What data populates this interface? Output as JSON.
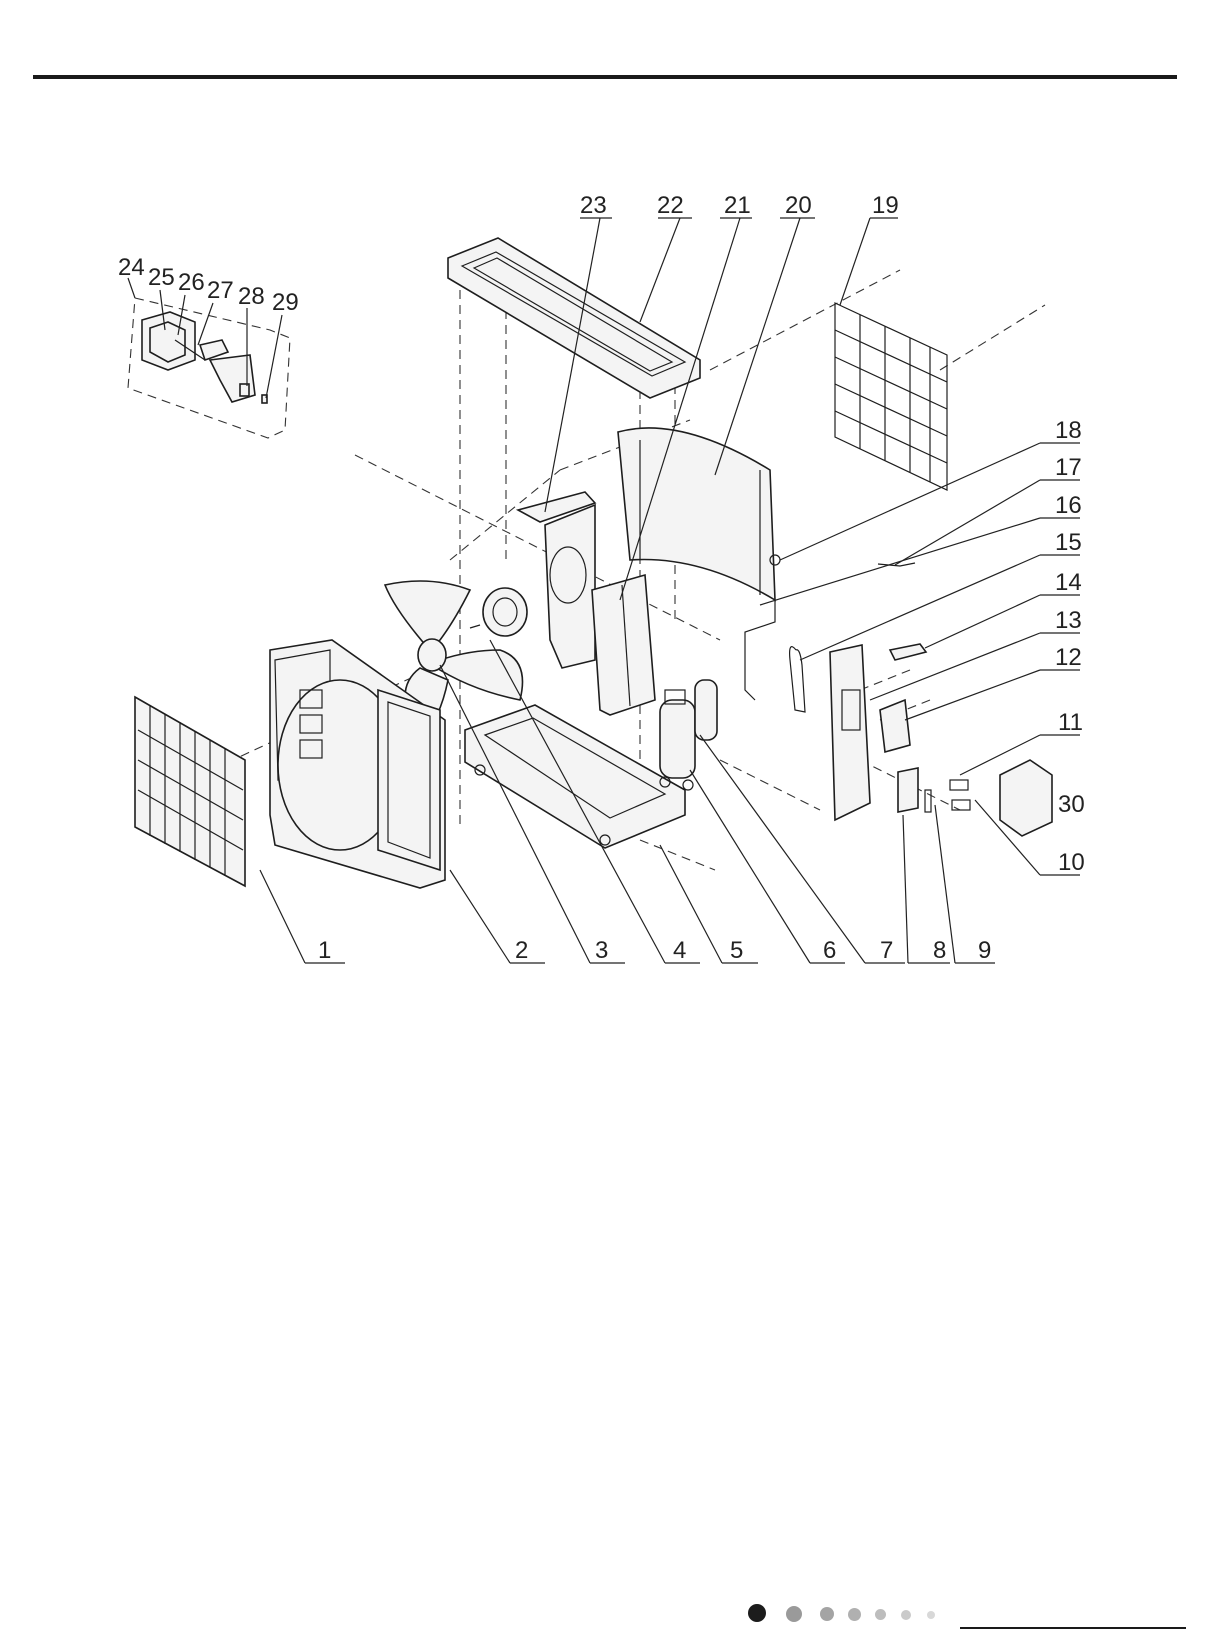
{
  "diagram_title": "",
  "callouts": [
    {
      "id": "1",
      "label": "1"
    },
    {
      "id": "2",
      "label": "2"
    },
    {
      "id": "3",
      "label": "3"
    },
    {
      "id": "4",
      "label": "4"
    },
    {
      "id": "5",
      "label": "5"
    },
    {
      "id": "6",
      "label": "6"
    },
    {
      "id": "7",
      "label": "7"
    },
    {
      "id": "8",
      "label": "8"
    },
    {
      "id": "9",
      "label": "9"
    },
    {
      "id": "10",
      "label": "10"
    },
    {
      "id": "11",
      "label": "11"
    },
    {
      "id": "12",
      "label": "12"
    },
    {
      "id": "13",
      "label": "13"
    },
    {
      "id": "14",
      "label": "14"
    },
    {
      "id": "15",
      "label": "15"
    },
    {
      "id": "16",
      "label": "16"
    },
    {
      "id": "17",
      "label": "17"
    },
    {
      "id": "18",
      "label": "18"
    },
    {
      "id": "19",
      "label": "19"
    },
    {
      "id": "20",
      "label": "20"
    },
    {
      "id": "21",
      "label": "21"
    },
    {
      "id": "22",
      "label": "22"
    },
    {
      "id": "23",
      "label": "23"
    },
    {
      "id": "24",
      "label": "24"
    },
    {
      "id": "25",
      "label": "25"
    },
    {
      "id": "26",
      "label": "26"
    },
    {
      "id": "27",
      "label": "27"
    },
    {
      "id": "28",
      "label": "28"
    },
    {
      "id": "29",
      "label": "29"
    },
    {
      "id": "30",
      "label": "30"
    }
  ],
  "page_indicator": {
    "active_index": 0,
    "count": 7,
    "colors": [
      "#1c1c1c",
      "#9a9a9a",
      "#a4a4a4",
      "#b0b0b0",
      "#bdbdbd",
      "#cacaca",
      "#d8d8d8"
    ]
  }
}
